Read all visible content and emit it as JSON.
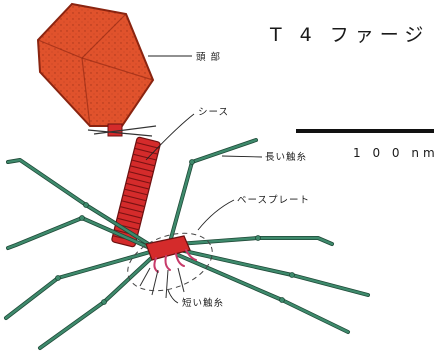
{
  "title": "T 4 ファージ",
  "scale_bar": {
    "label": "1 0 0 nm"
  },
  "labels": {
    "head": "頭 部",
    "sheath": "シース",
    "long_fibers": "長い触糸",
    "baseplate": "ベースプレート",
    "short_fibers": "短い触糸"
  },
  "colors": {
    "head_fill": "#e0522c",
    "head_outline": "#8a2410",
    "sheath_fill": "#d42b2b",
    "fiber": "#3e8a6c",
    "fiber_outline": "#1f4a38",
    "text": "#1a1a1a"
  }
}
